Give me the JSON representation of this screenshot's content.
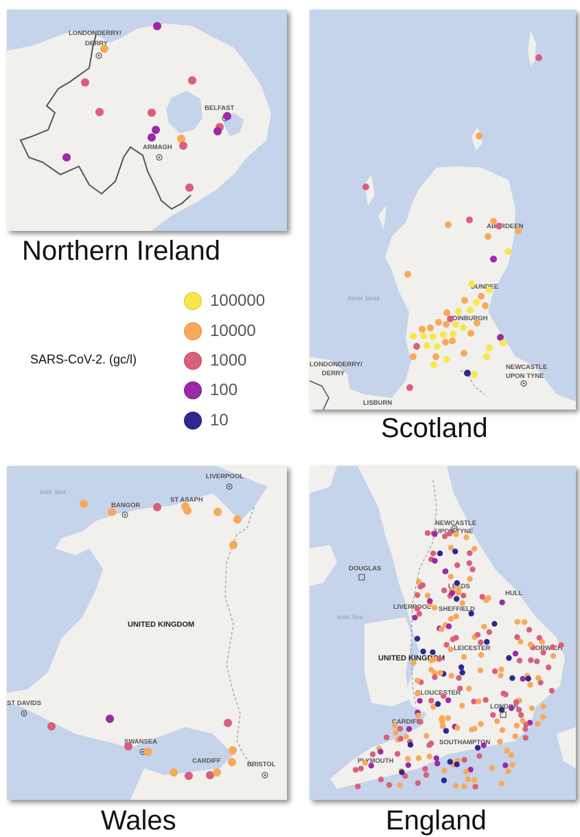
{
  "palette": {
    "100000": "#f9e64a",
    "10000": "#f8a85a",
    "1000": "#d9607a",
    "100": "#9b2aa8",
    "10": "#2d2891"
  },
  "legend": {
    "title": "SARS-CoV-2. (gc/l)",
    "items": [
      {
        "label": "100000",
        "color": "#f9e64a",
        "stroke": "#d9c42c"
      },
      {
        "label": "10000",
        "color": "#f8a85a",
        "stroke": "#e08b3c"
      },
      {
        "label": "1000",
        "color": "#d9607a",
        "stroke": "#bf4a63"
      },
      {
        "label": "100",
        "color": "#9b2aa8",
        "stroke": "#7e1b8c"
      },
      {
        "label": "10",
        "color": "#2d2891",
        "stroke": "#1f1c70"
      }
    ]
  },
  "maps": {
    "northern_ireland": {
      "caption": "Northern Ireland",
      "cities": [
        "LONDONDERRY/",
        "DERRY",
        "BELFAST",
        "ARMAGH"
      ]
    },
    "scotland": {
      "caption": "Scotland",
      "cities": [
        "ABERDEEN",
        "DUNDEE",
        "EDINBURGH",
        "NEWCASTLE",
        "UPON TYNE",
        "LONDONDERRY/",
        "DERRY",
        "LISBURN"
      ],
      "seas": [
        "Inner Seas"
      ]
    },
    "wales": {
      "caption": "Wales",
      "country_label": "UNITED KINGDOM",
      "cities": [
        "LIVERPOOL",
        "BANGOR",
        "ST ASAPH",
        "ST DAVIDS",
        "SWANSEA",
        "CARDIFF",
        "BRISTOL"
      ],
      "seas": [
        "Irish Sea"
      ]
    },
    "england": {
      "caption": "England",
      "country_label": "UNITED KINGDOM",
      "cities": [
        "NEWCASTLE",
        "UPON TYNE",
        "DOUGLAS",
        "LEEDS",
        "HULL",
        "LIVERPOOL",
        "SHEFFIELD",
        "LEICESTER",
        "NORWICH",
        "GLOUCESTER",
        "CARDIFF",
        "LONDON",
        "SOUTHAMPTON",
        "PLYMOUTH"
      ],
      "seas": [
        "Irish Sea"
      ]
    }
  }
}
